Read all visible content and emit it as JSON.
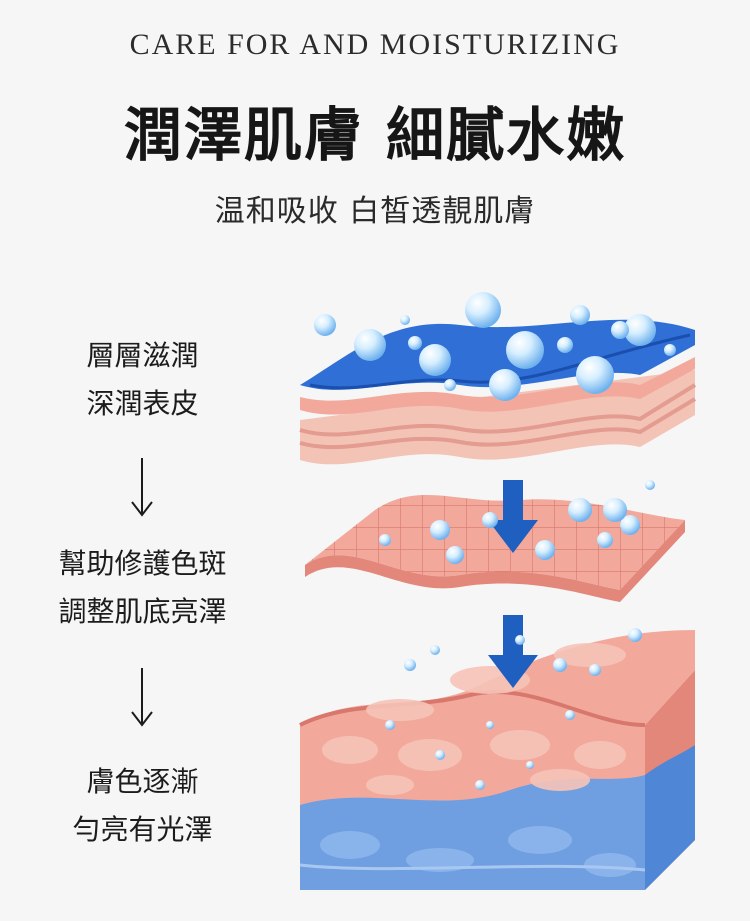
{
  "header": {
    "eyebrow": "CARE FOR AND MOISTURIZING",
    "title": "潤澤肌膚 細膩水嫩",
    "subtitle": "温和吸收 白皙透靚肌膚"
  },
  "steps": [
    {
      "line1": "層層滋潤",
      "line2": "深潤表皮"
    },
    {
      "line1": "幫助修護色斑",
      "line2": "調整肌底亮澤"
    },
    {
      "line1": "膚色逐漸",
      "line2": "勻亮有光澤"
    }
  ],
  "colors": {
    "water_layer": "#2f6fd6",
    "skin_pink": "#f2a99c",
    "skin_dark": "#e3877a",
    "dermis_blue": "#6f9fe0",
    "arrow_blue": "#1f5fbf"
  },
  "icons": {
    "step_arrow": "down-arrow-icon",
    "flow_arrow": "blue-down-arrow-icon"
  }
}
